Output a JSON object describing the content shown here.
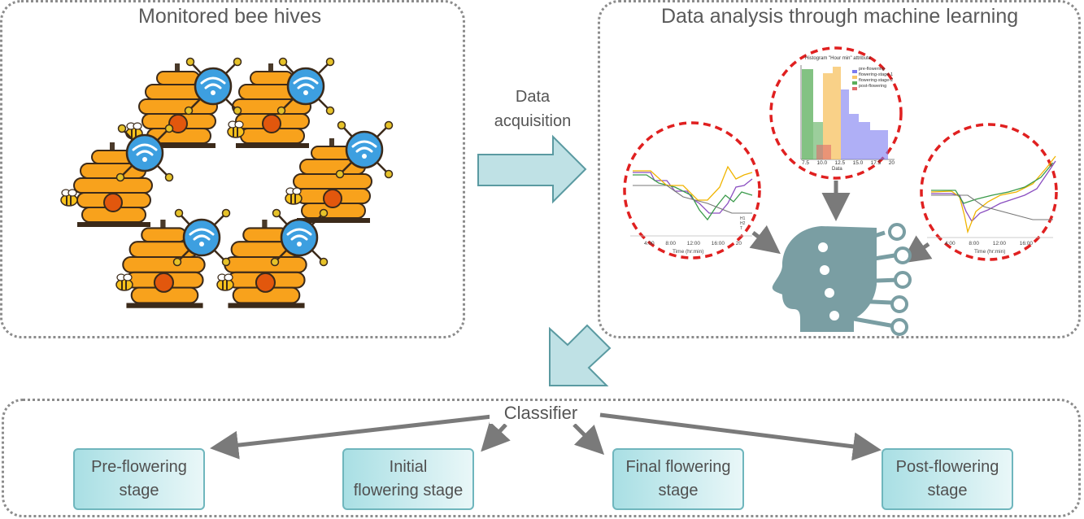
{
  "panels": {
    "hives_title": "Monitored bee hives",
    "analysis_title": "Data analysis through machine learning"
  },
  "arrow_label": {
    "line1": "Data",
    "line2": "acquisition"
  },
  "classifier": {
    "label": "Classifier"
  },
  "stages": [
    {
      "line1": "Pre-flowering",
      "line2": "stage"
    },
    {
      "line1": "Initial",
      "line2": "flowering stage"
    },
    {
      "line1": "Final flowering",
      "line2": "stage"
    },
    {
      "line1": "Post-flowering",
      "line2": "stage"
    }
  ],
  "histogram": {
    "title": "Histogram \"Hour min\" attribute",
    "xlabel": "Data",
    "ticks": [
      "7.5",
      "10.0",
      "12.5",
      "15.0",
      "17.5",
      "20"
    ],
    "legend": [
      "pre-flowering",
      "flowering-stage-1",
      "flowering-stage-2",
      "post-flowering"
    ]
  },
  "left_series": {
    "xlabel": "Time (hr:min)",
    "ticks": [
      "4:00",
      "8:00",
      "12:00",
      "16:00",
      "20"
    ],
    "legend": [
      "H1",
      "H2",
      "T"
    ]
  },
  "right_series": {
    "xlabel": "Time (hr:min)",
    "ticks": [
      "4:00",
      "8:00",
      "12:00",
      "16:00"
    ]
  },
  "colors": {
    "honey": "#f8a21c",
    "wifi": "#3d9fe0",
    "dashed_circle": "#e02020",
    "arrow": "#7a7a7a",
    "big_arrow_fill": "#bfe1e5",
    "head": "#7a9ea3"
  }
}
